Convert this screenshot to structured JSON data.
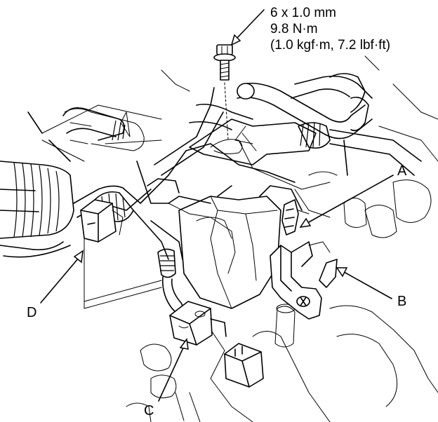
{
  "spec": {
    "line1": "6 x 1.0 mm",
    "line2": "9.8 N·m",
    "line3": "(1.0 kgf·m, 7.2 lbf·ft)"
  },
  "callouts": {
    "a": "A",
    "b": "B",
    "c": "C",
    "d": "D"
  }
}
